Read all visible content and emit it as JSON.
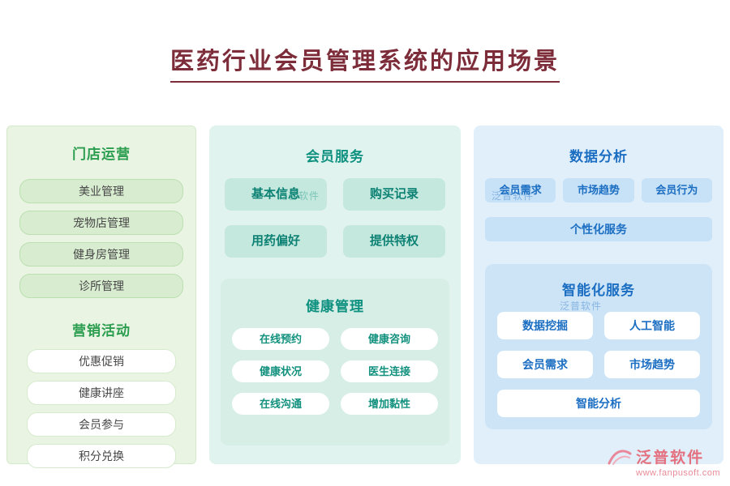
{
  "page": {
    "title": "医药行业会员管理系统的应用场景"
  },
  "store": {
    "title": "门店运营",
    "items": [
      "美业管理",
      "宠物店管理",
      "健身房管理",
      "诊所管理"
    ],
    "sub_title": "营销活动",
    "sub_items": [
      "优惠促销",
      "健康讲座",
      "会员参与",
      "积分兑换"
    ]
  },
  "member": {
    "title": "会员服务",
    "items": [
      "基本信息",
      "购买记录",
      "用药偏好",
      "提供特权"
    ],
    "sub_title": "健康管理",
    "sub_items": [
      "在线预约",
      "健康咨询",
      "健康状况",
      "医生连接",
      "在线沟通",
      "增加黏性"
    ]
  },
  "analysis": {
    "title": "数据分析",
    "items": [
      "会员需求",
      "市场趋势",
      "会员行为"
    ],
    "wide_item": "个性化服务",
    "sub_title": "智能化服务",
    "sub_items": [
      "数据挖掘",
      "人工智能",
      "会员需求",
      "市场趋势"
    ],
    "sub_wide_item": "智能分析"
  },
  "watermark": {
    "text": "泛普软件"
  },
  "brand": {
    "name": "泛普软件",
    "site": "www.fanpusoft.com"
  },
  "colors": {
    "title": "#7d2d3a",
    "green_accent": "#2a9d4e",
    "teal_accent": "#0f9180",
    "blue_accent": "#1b6ec2",
    "brand_pink": "#e4717f"
  }
}
